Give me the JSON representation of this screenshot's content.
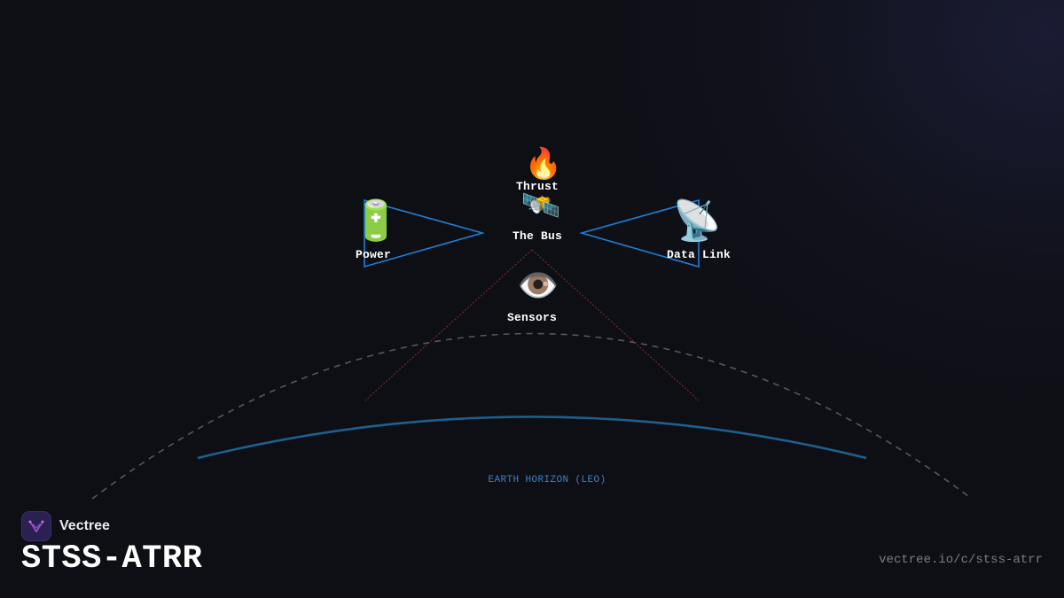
{
  "colors": {
    "background": "#0e0f14",
    "link_line": "#1f7fd6",
    "sensor_ray": "#8a2b3a",
    "horizon_arc": "#1e5f8f",
    "orbit_arc": "#55575f",
    "horizon_label": "#3b82c4",
    "label_text": "#ffffff",
    "url_text": "#7a7d87"
  },
  "diagram": {
    "nodes": {
      "thrust": {
        "icon": "🔥",
        "icon_name": "fire-icon",
        "label": "Thrust"
      },
      "bus": {
        "icon": "🛰️",
        "icon_name": "satellite-icon",
        "label": "The Bus"
      },
      "power": {
        "icon": "🔋",
        "icon_name": "battery-icon",
        "label": "Power"
      },
      "data_link": {
        "icon": "📡",
        "icon_name": "satellite-dish-icon",
        "label": "Data Link"
      },
      "sensors": {
        "icon": "👁️",
        "icon_name": "eye-icon",
        "label": "Sensors"
      }
    },
    "horizon_label": "EARTH HORIZON (LEO)"
  },
  "brand": {
    "name": "Vectree",
    "logo_icon": "vectree-logo-icon"
  },
  "page": {
    "title": "STSS-ATRR",
    "url": "vectree.io/c/stss-atrr"
  }
}
